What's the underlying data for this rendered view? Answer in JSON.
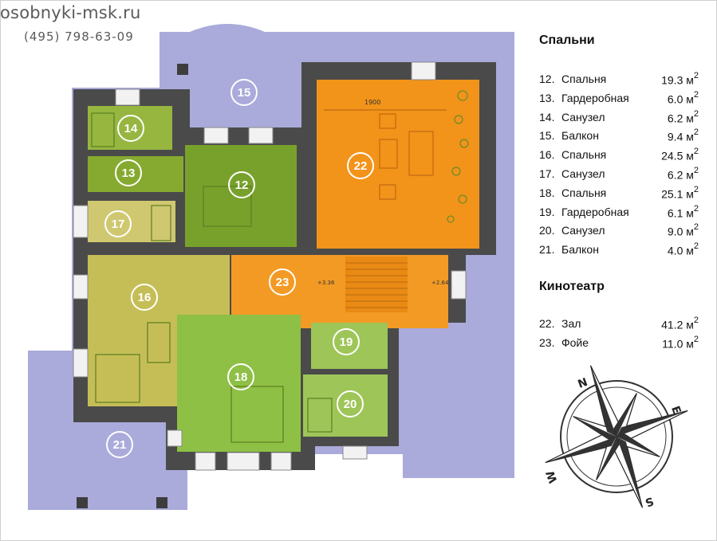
{
  "watermark": {
    "site": "osobnyki-msk.ru",
    "phone": "(495)  798-63-09"
  },
  "plan": {
    "annotations": [
      "1900",
      "+3.36",
      "+2.64"
    ],
    "rooms": [
      {
        "id": "12",
        "color": "#78a12c"
      },
      {
        "id": "13",
        "color": "#86aa2f"
      },
      {
        "id": "14",
        "color": "#96b640"
      },
      {
        "id": "15",
        "color": "#aaaadb"
      },
      {
        "id": "16",
        "color": "#c5be57"
      },
      {
        "id": "17",
        "color": "#cfc870"
      },
      {
        "id": "18",
        "color": "#8ec045"
      },
      {
        "id": "19",
        "color": "#9ec558"
      },
      {
        "id": "20",
        "color": "#9ec558"
      },
      {
        "id": "21",
        "color": "#aaaadb"
      },
      {
        "id": "22",
        "color": "#f2931a"
      },
      {
        "id": "23",
        "color": "#f39a25"
      }
    ]
  },
  "legend": {
    "sections": [
      {
        "title": "Спальни",
        "items": [
          {
            "num": "12.",
            "name": "Спальня",
            "area": "19.3 м",
            "unit": "2"
          },
          {
            "num": "13.",
            "name": "Гардеробная",
            "area": "6.0 м",
            "unit": "2"
          },
          {
            "num": "14.",
            "name": "Санузел",
            "area": "6.2 м",
            "unit": "2"
          },
          {
            "num": "15.",
            "name": "Балкон",
            "area": "9.4 м",
            "unit": "2"
          },
          {
            "num": "16.",
            "name": "Спальня",
            "area": "24.5 м",
            "unit": "2"
          },
          {
            "num": "17.",
            "name": "Санузел",
            "area": "6.2 м",
            "unit": "2"
          },
          {
            "num": "18.",
            "name": "Спальня",
            "area": "25.1 м",
            "unit": "2"
          },
          {
            "num": "19.",
            "name": "Гардеробная",
            "area": "6.1 м",
            "unit": "2"
          },
          {
            "num": "20.",
            "name": "Санузел",
            "area": "9.0 м",
            "unit": "2"
          },
          {
            "num": "21.",
            "name": "Балкон",
            "area": "4.0 м",
            "unit": "2"
          }
        ]
      },
      {
        "title": "Кинотеатр",
        "items": [
          {
            "num": "22.",
            "name": "Зал",
            "area": "41.2 м",
            "unit": "2"
          },
          {
            "num": "23.",
            "name": "Фойе",
            "area": "11.0 м",
            "unit": "2"
          }
        ]
      }
    ]
  },
  "compass": {
    "n": "N",
    "e": "E",
    "s": "S",
    "w": "W"
  }
}
